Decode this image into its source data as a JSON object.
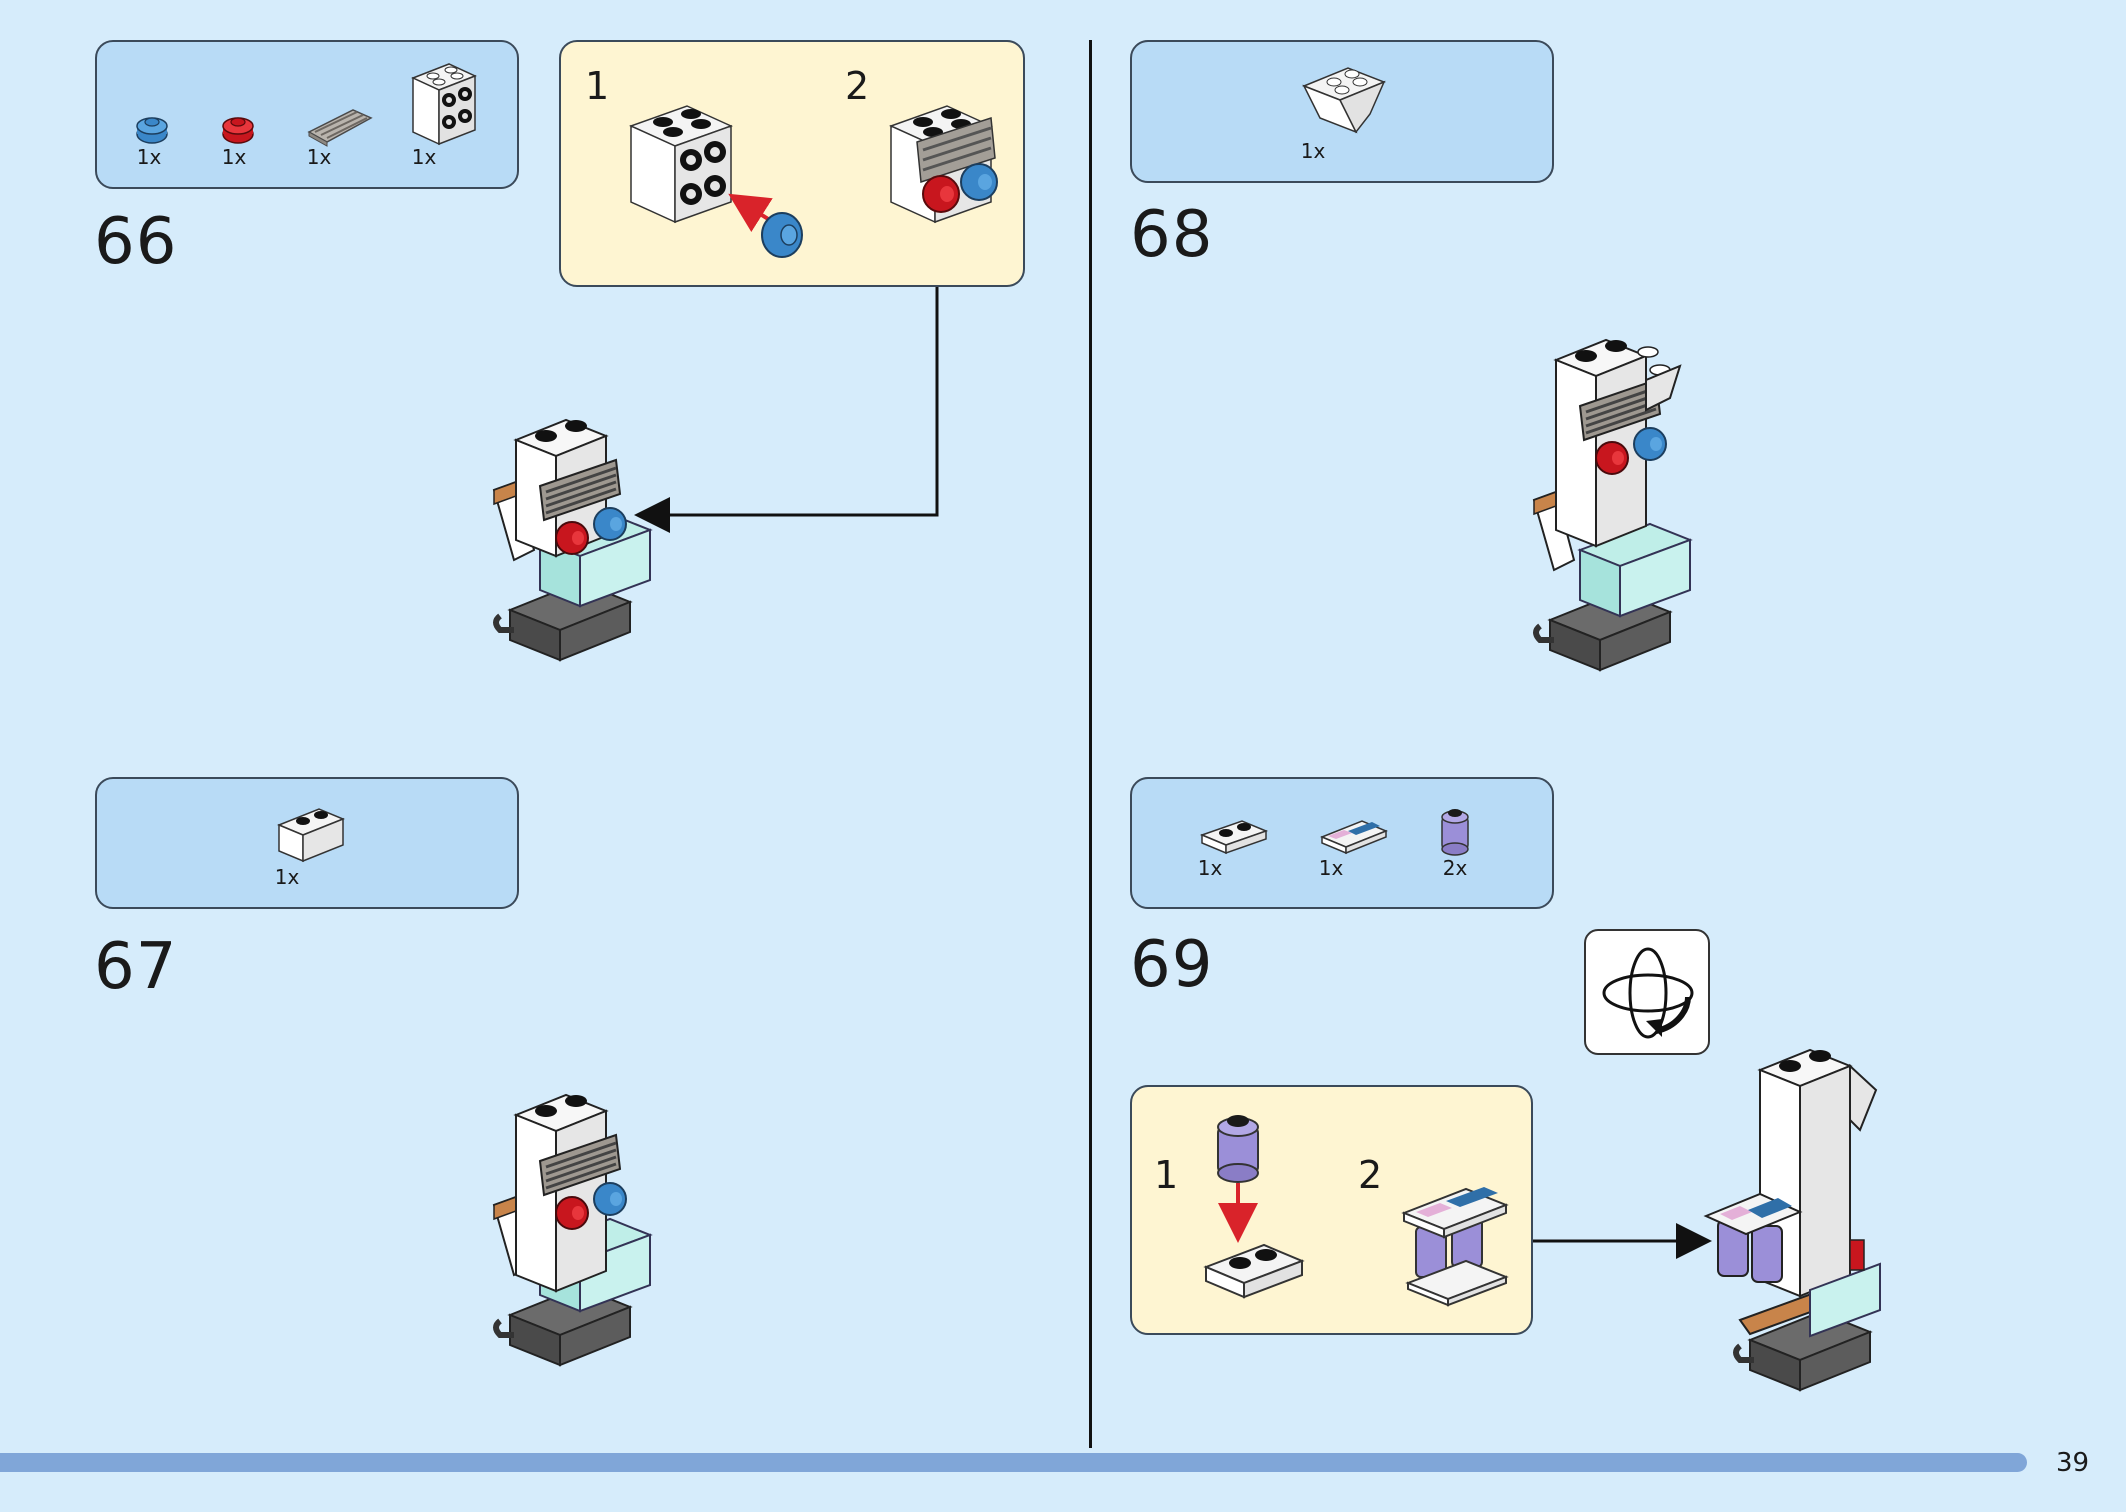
{
  "page": {
    "number": "39"
  },
  "steps": [
    {
      "number": "66",
      "parts": [
        {
          "name": "round-plate-1x1-blue",
          "qty": "1x"
        },
        {
          "name": "round-plate-1x1-red",
          "qty": "1x"
        },
        {
          "name": "grille-tile-1x2-gray",
          "qty": "1x"
        },
        {
          "name": "brick-2x2-studs-white",
          "qty": "1x"
        }
      ],
      "substeps": [
        "1",
        "2"
      ]
    },
    {
      "number": "67",
      "parts": [
        {
          "name": "brick-1x2-white",
          "qty": "1x"
        }
      ]
    },
    {
      "number": "68",
      "parts": [
        {
          "name": "inverted-slope-2x2-white",
          "qty": "1x"
        }
      ]
    },
    {
      "number": "69",
      "parts": [
        {
          "name": "plate-1x2-white",
          "qty": "1x"
        },
        {
          "name": "printed-tile-1x2",
          "qty": "1x"
        },
        {
          "name": "round-brick-1x1-lavender",
          "qty": "2x"
        }
      ],
      "substeps": [
        "1",
        "2"
      ]
    }
  ],
  "colors": {
    "background": "#d6ecfb",
    "parts_box": "#b8dbf6",
    "substep_box": "#fef5d2",
    "footer_bar": "#80a6d8",
    "arrow_red": "#d9232a"
  },
  "icons": [
    "rotate-model-icon"
  ]
}
